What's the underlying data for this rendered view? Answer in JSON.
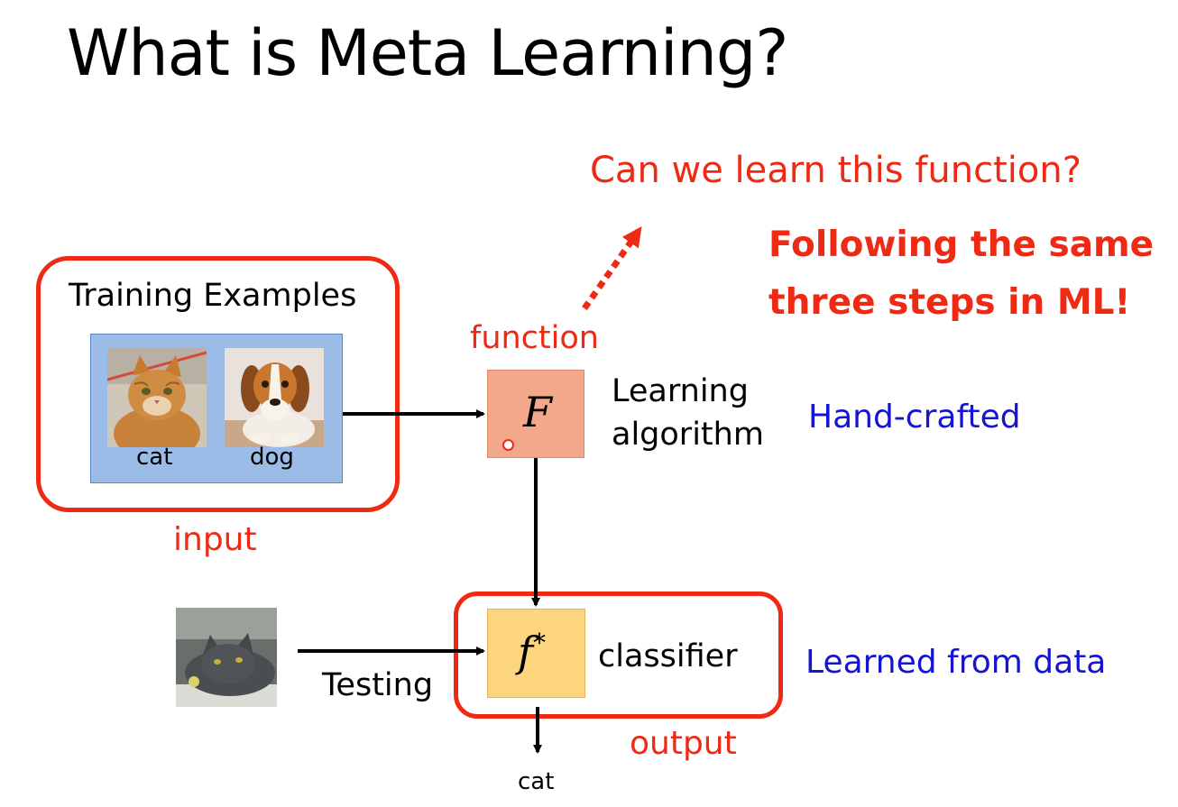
{
  "slide": {
    "title": "What is Meta Learning?",
    "question": "Can we learn this function?",
    "emphasis_line1": "Following the same",
    "emphasis_line2": "three steps in ML!"
  },
  "training": {
    "title": "Training Examples",
    "cat_label": "cat",
    "dog_label": "dog",
    "input_label": "input"
  },
  "function_block": {
    "label": "function",
    "symbol": "F",
    "desc_line1": "Learning",
    "desc_line2": "algorithm",
    "note": "Hand-crafted"
  },
  "classifier_block": {
    "symbol_base": "f",
    "symbol_sup": "*",
    "desc": "classifier",
    "note": "Learned from data",
    "output_label": "output"
  },
  "testing": {
    "label": "Testing",
    "result": "cat"
  },
  "colors": {
    "red": "#ee2a15",
    "blue": "#1414d2",
    "F_fill": "#f3a88b",
    "f_fill": "#fdd57f",
    "panel": "#9bbce6"
  },
  "icons": [
    "cat-photo",
    "dog-photo",
    "test-cat-photo"
  ]
}
